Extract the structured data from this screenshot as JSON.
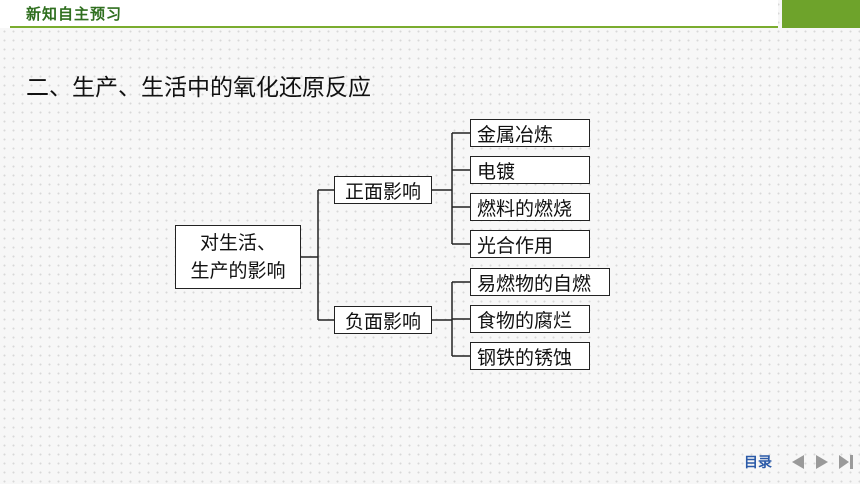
{
  "header": {
    "section_tag": "新知自主预习"
  },
  "page_title": "二、生产、生活中的氧化还原反应",
  "diagram": {
    "root": {
      "line1": "对生活、",
      "line2": "生产的影响"
    },
    "branches": [
      {
        "label": "正面影响",
        "children": [
          "金属冶炼",
          "电镀",
          "燃料的燃烧",
          "光合作用"
        ]
      },
      {
        "label": "负面影响",
        "children": [
          "易燃物的自燃",
          "食物的腐烂",
          "钢铁的锈蚀"
        ]
      }
    ]
  },
  "nav": {
    "toc_label": "目录",
    "icons": [
      "prev-arrow-icon",
      "next-arrow-icon",
      "last-page-icon"
    ]
  },
  "colors": {
    "accent_green": "#6ea32b",
    "nav_blue": "#2b5aa8"
  }
}
